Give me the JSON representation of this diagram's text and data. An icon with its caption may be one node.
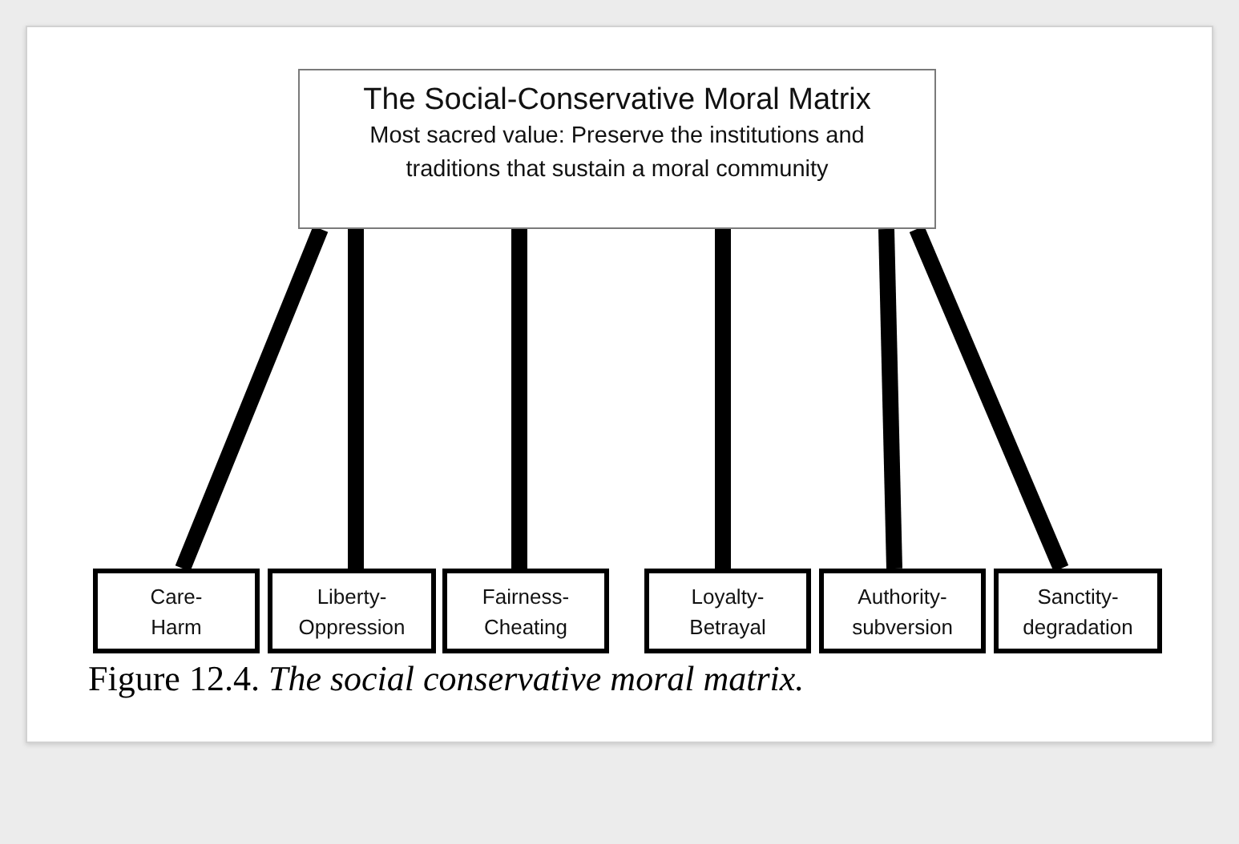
{
  "diagram": {
    "caption": "Figure 12.4. *The social conservative moral matrix.*",
    "nodes": [
      {
        "text": [
          "The Social-Conservative Moral Matrix",
          "Most sacred value: Preserve the institutions and traditions that sustain a moral community"
        ]
      },
      {
        "text": [
          "Care- Harm"
        ]
      },
      {
        "text": [
          "Liberty- Oppression"
        ]
      },
      {
        "text": [
          "Fairness- Cheating"
        ]
      },
      {
        "text": [
          "Loyalty- Betrayal"
        ]
      },
      {
        "text": [
          "Authority- subversion"
        ]
      },
      {
        "text": [
          "Sanctity- degradation"
        ]
      }
    ],
    "edges": [
      {
        "from": 0,
        "to": 1,
        "arrow": "none"
      },
      {
        "from": 0,
        "to": 2,
        "arrow": "none"
      },
      {
        "from": 0,
        "to": 3,
        "arrow": "none"
      },
      {
        "from": 0,
        "to": 4,
        "arrow": "none"
      },
      {
        "from": 0,
        "to": 5,
        "arrow": "none"
      },
      {
        "from": 0,
        "to": 6,
        "arrow": "none"
      }
    ]
  }
}
